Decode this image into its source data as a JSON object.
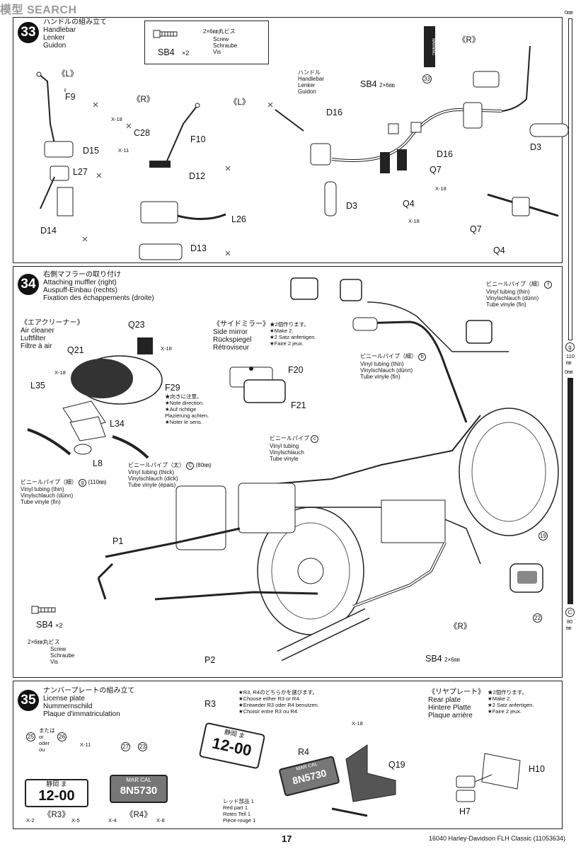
{
  "watermark": "模型 SEARCH",
  "step33": {
    "number": "33",
    "title_ja": "ハンドルの組み立て",
    "title_en": "Handlebar",
    "title_de": "Lenker",
    "title_fr": "Guidon",
    "screw_box": {
      "spec": "2×6㎜丸ビス",
      "en": "Screw",
      "de": "Schraube",
      "fr": "Vis",
      "part": "SB4",
      "qty": "×2"
    },
    "left_tag": "《L》",
    "right_tag": "《R》",
    "left_tag2": "《L》",
    "right_tag2": "《R》",
    "parts": [
      "F9",
      "D15",
      "L27",
      "D14",
      "C28",
      "F10",
      "D12",
      "L26",
      "D13",
      "D16",
      "D3",
      "Q7",
      "Q4",
      "D3",
      "D16",
      "Q7",
      "Q4"
    ],
    "xrefs": [
      "X-18",
      "X-11",
      "X-18",
      "X-18"
    ],
    "handlebar_note": {
      "ja": "ハンドル",
      "en": "Handlebar",
      "de": "Lenker",
      "fr": "Guidon"
    },
    "sb4_label": "SB4",
    "sb4_spec": "2×6㎜",
    "callout": "33",
    "warning_label": "WARNING"
  },
  "step34": {
    "number": "34",
    "title_ja": "右側マフラーの取り付け",
    "title_en": "Attaching muffler (right)",
    "title_de": "Auspuff-Einbau (rechts)",
    "title_fr": "Fixation des échappements (droite)",
    "air_cleaner": {
      "ja": "《エアクリーナー》",
      "en": "Air cleaner",
      "de": "Luftfilter",
      "fr": "Filtre à air"
    },
    "side_mirror": {
      "ja": "《サイドミラー》",
      "en": "Side mirror",
      "de": "Rückspiegel",
      "fr": "Rétroviseur"
    },
    "make2": {
      "ja": "★2個作ります。",
      "en": "★Make 2.",
      "de": "★2 Satz anfertigen.",
      "fr": "★Faire 2 jeux."
    },
    "note_direction": {
      "ja": "★向きに注意。",
      "en": "★Note direction.",
      "de": "★Auf richtige",
      "de2": "Plazierung achten.",
      "fr": "★Noter le sens."
    },
    "vinyl_f": {
      "ja": "ビニールパイプ（細）",
      "tag": "f",
      "en": "Vinyl tubing (thin)",
      "de": "Vinylschlauch (dünn)",
      "fr": "Tube vinyle (fin)"
    },
    "vinyl_b": {
      "ja": "ビニールパイプ（細）",
      "tag": "b",
      "en": "Vinyl tubing (thin)",
      "de": "Vinylschlauch (dünn)",
      "fr": "Tube vinyle (fin)"
    },
    "vinyl_c1": {
      "ja": "ビニールパイプ",
      "tag": "c",
      "en": "Vinyl tubing",
      "de": "Vinylschlauch",
      "fr": "Tube vinyle"
    },
    "vinyl_c2": {
      "ja": "ビニールパイプ（太）",
      "tag": "C",
      "len": "(80㎜)",
      "en": "Vinyl tubing (thick)",
      "de": "Vinylschlauch (dick)",
      "fr": "Tube vinyle (épais)"
    },
    "vinyl_g": {
      "ja": "ビニールパイプ（細）",
      "tag": "g",
      "len": "(110㎜)",
      "en": "Vinyl tubing (thin)",
      "de": "Vinylschlauch (dünn)",
      "fr": "Tube vinyle (fin)"
    },
    "parts": [
      "Q23",
      "Q21",
      "F29",
      "L35",
      "L34",
      "L8",
      "F20",
      "F21",
      "P1",
      "P2"
    ],
    "xrefs": [
      "X-18",
      "X-18"
    ],
    "screw_box": {
      "part": "SB4",
      "qty": "×2",
      "spec": "2×6㎜丸ビス",
      "en": "Screw",
      "de": "Schraube",
      "fr": "Vis"
    },
    "r_tag": "《R》",
    "sb4_label": "SB4",
    "sb4_spec": "2×6㎜",
    "callouts": [
      "19",
      "22"
    ]
  },
  "step35": {
    "number": "35",
    "title_ja": "ナンバープレートの組み立て",
    "title_en": "License plate",
    "title_de": "Nummernschild",
    "title_fr": "Plaque d'immatriculation",
    "choose": {
      "ja": "★R3, R4のどちらかを選びます。",
      "en": "★Choose either R3 or R4.",
      "de": "★Entweder R3 oder R4 benutzen.",
      "fr": "★Choisir entre R3 ou R4."
    },
    "or_note": {
      "ja": "または",
      "en": "or",
      "de": "oder",
      "fr": "ou"
    },
    "callouts": [
      "25",
      "26",
      "27",
      "23"
    ],
    "xrefs": [
      "X-11",
      "X-2",
      "X-5",
      "X-4",
      "X-8",
      "X-18"
    ],
    "r3_tag": "《R3》",
    "r4_tag": "《R4》",
    "plate_r3": {
      "top": "静岡",
      "top2": "ま",
      "num": "12-00"
    },
    "plate_r4": {
      "top": "MAR",
      "top2": "CAL",
      "num": "8N5730"
    },
    "parts": [
      "R3",
      "R4",
      "Q19",
      "H10",
      "H7"
    ],
    "red_part": {
      "ja": "レッド部品 1",
      "en": "Red part 1",
      "de": "Rotes Teil 1",
      "fr": "Pièce rouge 1"
    },
    "rear_plate": {
      "ja": "《リヤプレート》",
      "en": "Rear plate",
      "de": "Hintere Platte",
      "fr": "Plaque arrière"
    },
    "make2": {
      "ja": "★2個作ります。",
      "en": "★Make 2.",
      "de": "★2 Satz anfertigen.",
      "fr": "★Faire 2 jeux."
    }
  },
  "ruler": {
    "top_label": "0㎜",
    "mid_label": "0㎜",
    "g_tag": "g",
    "g_len": "110",
    "g_unit": "㎜",
    "c_tag": "C",
    "c_len": "80",
    "c_unit": "㎜"
  },
  "footer": {
    "page": "17",
    "code": "16040",
    "model": "Harley-Davidson FLH Classic",
    "ref": "(11053634)"
  }
}
